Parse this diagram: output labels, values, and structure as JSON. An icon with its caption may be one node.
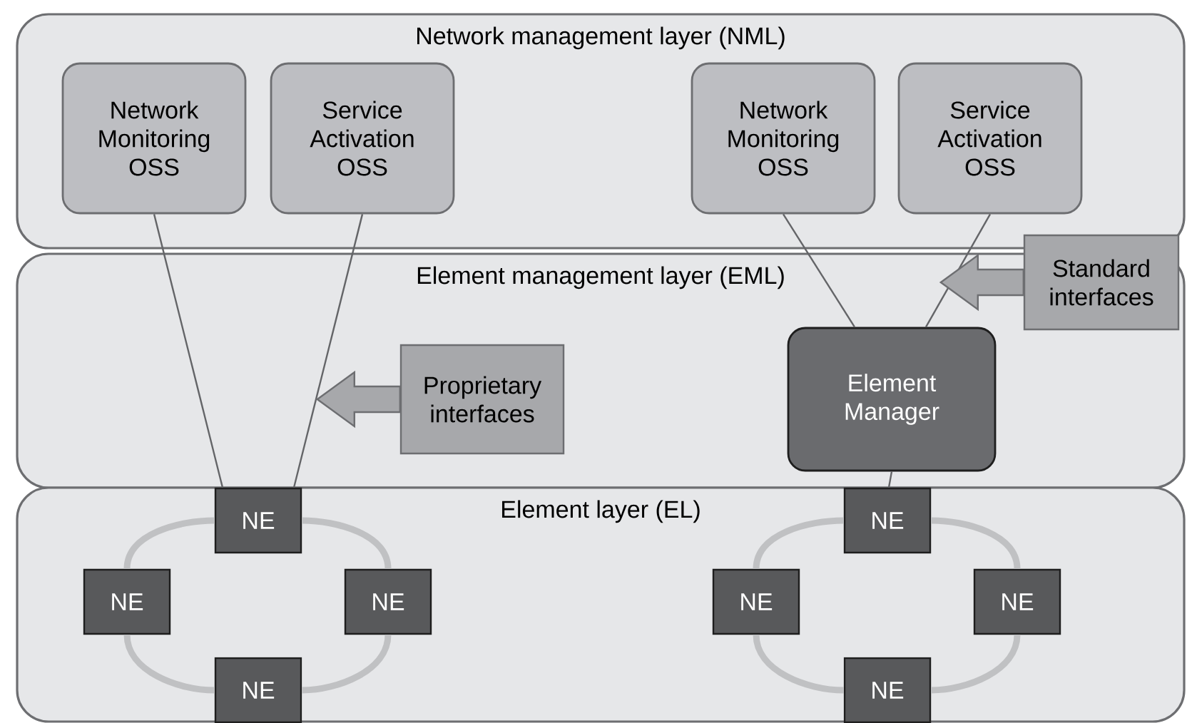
{
  "diagram": {
    "nodes": [
      {
        "text": [
          "Network management  layer (NML)"
        ]
      },
      {
        "text": [
          "Network Monitoring OSS"
        ],
        "in": 0
      },
      {
        "text": [
          "Service Activation OSS"
        ],
        "in": 0
      },
      {
        "text": [
          "Network Monitoring OSS"
        ],
        "in": 0
      },
      {
        "text": [
          "Service Activation OSS"
        ],
        "in": 0
      },
      {
        "text": [
          "Element management  layer (EML)"
        ]
      },
      {
        "text": [
          "Standard interfaces"
        ]
      },
      {
        "text": [
          "Proprietary interfaces"
        ],
        "in": 5
      },
      {
        "text": [
          "Element Manager"
        ],
        "in": 5
      },
      {
        "text": [
          "Element layer (EL)"
        ]
      },
      {
        "text": [
          "NE"
        ],
        "in": 9
      },
      {
        "text": [
          "NE"
        ],
        "in": 9
      },
      {
        "text": [
          "NE"
        ],
        "in": 9
      },
      {
        "text": [
          "NE"
        ],
        "in": 9
      },
      {
        "text": [
          "NE"
        ],
        "in": 9
      },
      {
        "text": [
          "NE"
        ],
        "in": 9
      },
      {
        "text": [
          "NE"
        ],
        "in": 9
      },
      {
        "text": [
          "NE"
        ],
        "in": 9
      }
    ],
    "edges": [
      {
        "from": 1,
        "to": 10,
        "arrow": "none",
        "color": "#646568"
      },
      {
        "from": 2,
        "to": 10,
        "arrow": "none",
        "color": "#646568"
      },
      {
        "from": 3,
        "to": 8,
        "arrow": "none",
        "color": "#646568"
      },
      {
        "from": 4,
        "to": 8,
        "arrow": "none",
        "color": "#646568"
      },
      {
        "from": 8,
        "to": 14,
        "arrow": "none",
        "color": "#646568"
      },
      {
        "from": 7,
        "to": null,
        "arrow": "to"
      },
      {
        "from": 6,
        "to": null,
        "arrow": "to"
      },
      {
        "from": 10,
        "to": 11,
        "arrow": "none"
      },
      {
        "from": 11,
        "to": 13,
        "arrow": "none"
      },
      {
        "from": 13,
        "to": 12,
        "arrow": "none"
      },
      {
        "from": 12,
        "to": 10,
        "arrow": "none"
      },
      {
        "from": 14,
        "to": 15,
        "arrow": "none"
      },
      {
        "from": 15,
        "to": 17,
        "arrow": "none"
      },
      {
        "from": 17,
        "to": 16,
        "arrow": "none"
      },
      {
        "from": 16,
        "to": 14,
        "arrow": "none"
      }
    ]
  }
}
